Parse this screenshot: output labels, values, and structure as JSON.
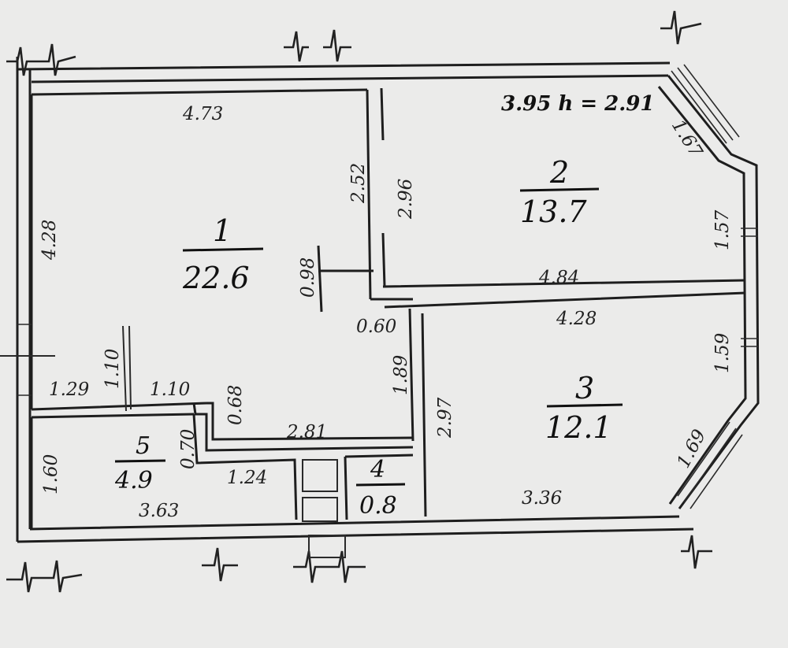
{
  "plan": {
    "height_note": "3.95  h = 2.91",
    "rooms": [
      {
        "id": "1",
        "number": "1",
        "area": "22.6"
      },
      {
        "id": "2",
        "number": "2",
        "area": "13.7"
      },
      {
        "id": "3",
        "number": "3",
        "area": "12.1"
      },
      {
        "id": "4",
        "number": "4",
        "area": "0.8"
      },
      {
        "id": "5",
        "number": "5",
        "area": "4.9"
      }
    ],
    "dimensions": {
      "r1_top": "4.73",
      "r1_left": "4.28",
      "r1_right_a": "2.52",
      "r2_left": "2.96",
      "r1_door": "0.98",
      "r1_step": "0.60",
      "r1_corr": "1.89",
      "r1_bottom": "2.81",
      "r1_recess": "0.68",
      "r1_small_w": "1.10",
      "r1_small_h": "1.10",
      "r1_left_short": "1.29",
      "r2_right_win": "1.67",
      "r2_right": "1.57",
      "r2_bottom": "4.84",
      "r3_top": "4.28",
      "r3_left": "2.97",
      "r3_right_win_a": "1.59",
      "r3_right_win_b": "1.69",
      "r3_bottom": "3.36",
      "r5_left": "1.60",
      "r5_bottom": "3.63",
      "r5_step": "1.24",
      "r5_recess": "0.70"
    }
  }
}
